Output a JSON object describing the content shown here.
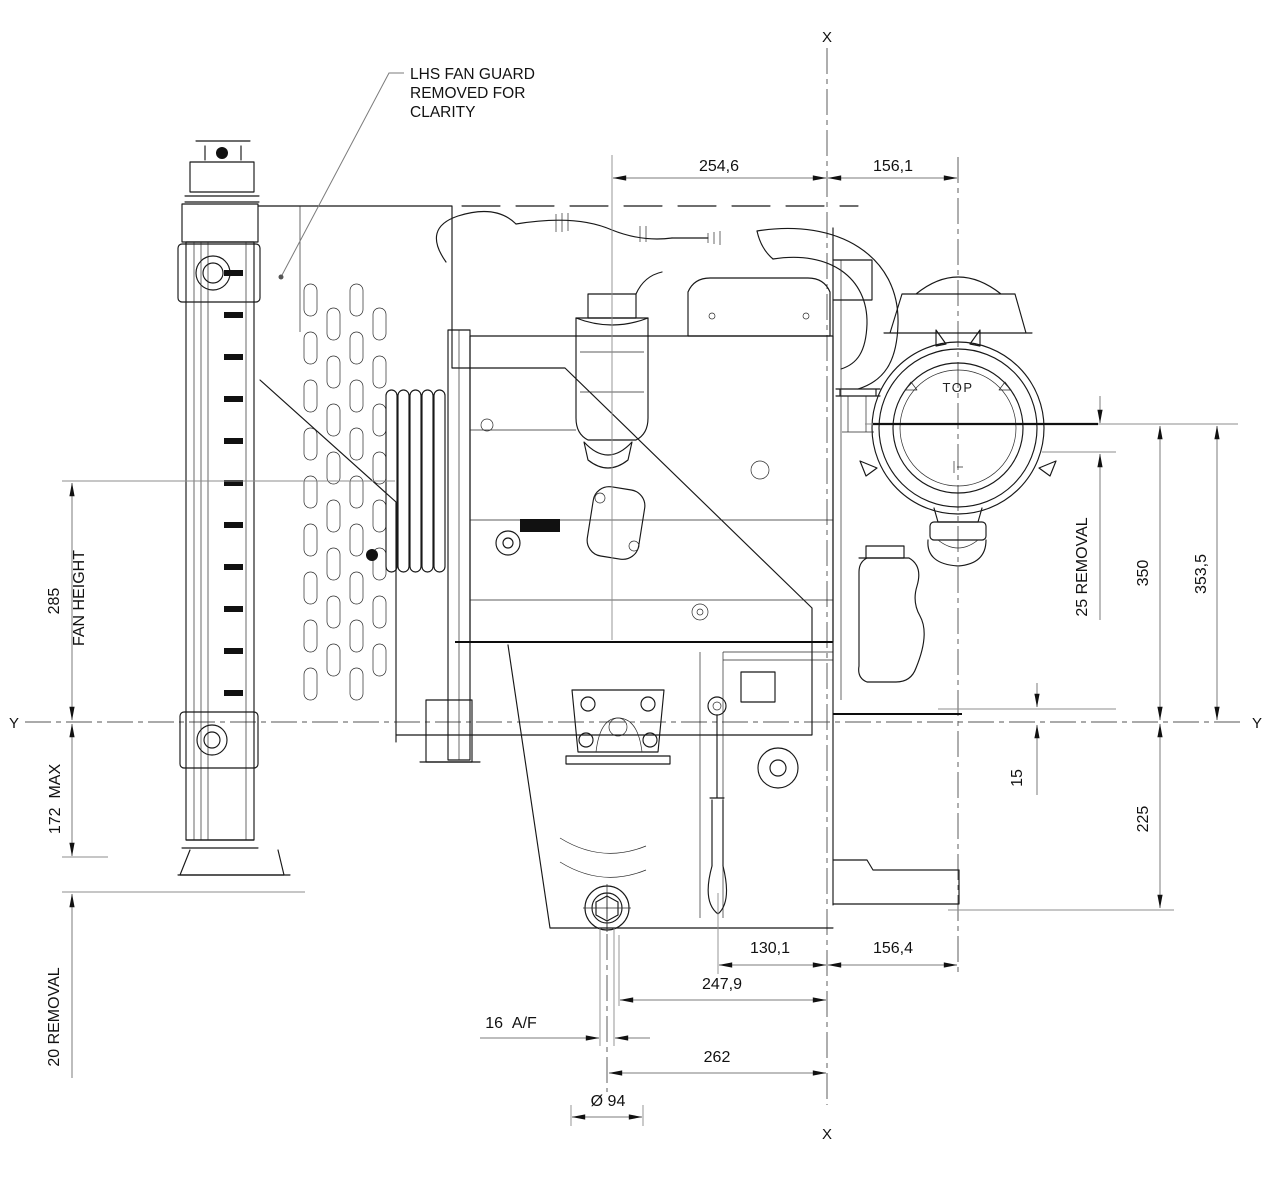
{
  "note": {
    "lines": [
      "LHS FAN GUARD",
      "REMOVED FOR",
      "CLARITY"
    ]
  },
  "axis_labels": {
    "x_top": "X",
    "x_bottom": "X",
    "y_left": "Y",
    "y_right": "Y"
  },
  "component_labels": {
    "air_cleaner_top": "TOP"
  },
  "dims": {
    "top_left": "254,6",
    "top_right": "156,1",
    "fan_height_value": "285",
    "fan_height_label": "FAN HEIGHT",
    "left_mid": "172  MAX",
    "left_bottom": "20 REMOVAL",
    "right_removal": "25 REMOVAL",
    "right_350": "350",
    "right_3535": "353,5",
    "right_15": "15",
    "right_225": "225",
    "bottom_1301": "130,1",
    "bottom_1564": "156,4",
    "bottom_2479": "247,9",
    "bottom_af": "16  A/F",
    "bottom_262": "262",
    "bottom_dia": "Ø 94"
  },
  "colors": {
    "drawing_line": "#181818",
    "dimension_line": "#7b7b7b",
    "text": "#111111",
    "background": "#ffffff"
  }
}
